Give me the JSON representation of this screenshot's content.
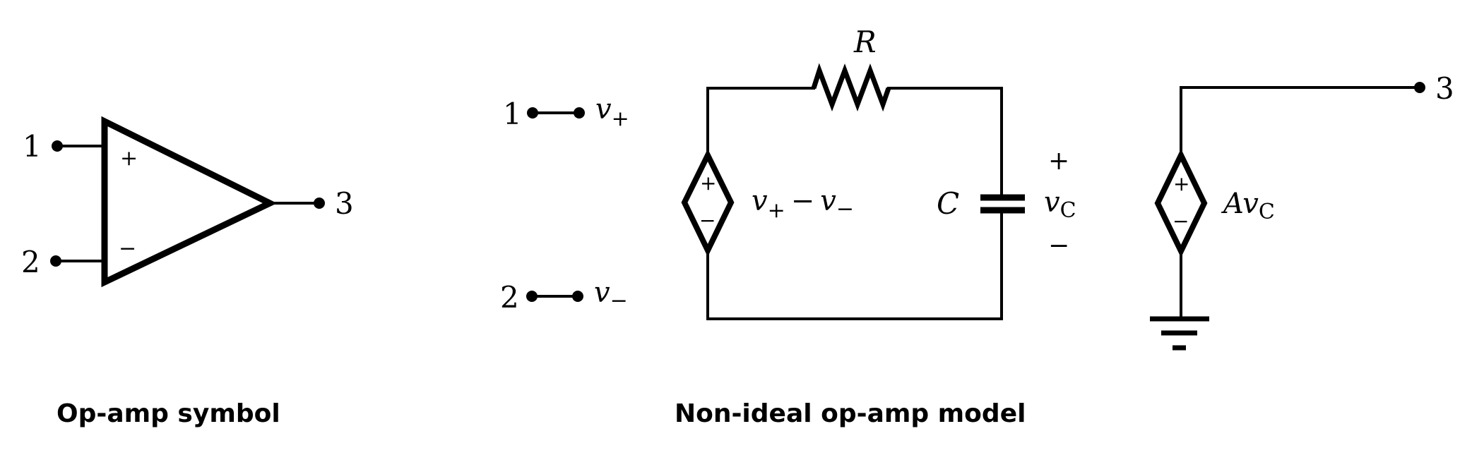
{
  "figure": {
    "symbol_panel": {
      "caption": "Op-amp symbol",
      "input_plus_terminal": "1",
      "input_minus_terminal": "2",
      "output_terminal": "3",
      "plus_sign": "+",
      "minus_sign": "−"
    },
    "model_panel": {
      "caption": "Non-ideal op-amp model",
      "terminal_1": "1",
      "terminal_2": "2",
      "terminal_3": "3",
      "v_plus": {
        "base": "v",
        "sub": "+"
      },
      "v_minus": {
        "base": "v",
        "sub": "−"
      },
      "resistor_label": "R",
      "capacitor_label": "C",
      "source1": {
        "plus": "+",
        "minus": "−",
        "label_a": "v",
        "label_a_sub": "+",
        "label_op": "−",
        "label_b": "v",
        "label_b_sub": "−"
      },
      "cap_voltage": {
        "plus": "+",
        "base": "v",
        "sub": "C",
        "minus": "−"
      },
      "source2": {
        "plus": "+",
        "minus": "−",
        "gain": "A",
        "base": "v",
        "sub": "C"
      }
    }
  }
}
